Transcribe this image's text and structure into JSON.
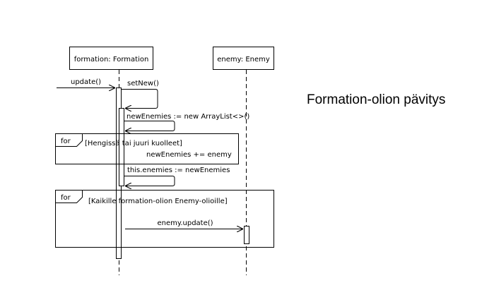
{
  "diagram": {
    "title": "Formation-olion pävitys",
    "lifelines": [
      {
        "id": "formation",
        "label": "formation: Formation"
      },
      {
        "id": "enemy",
        "label": "enemy: Enemy"
      }
    ],
    "messages": {
      "update": "update()",
      "set_new": "setNew()",
      "new_enemies": "newEnemies := new ArrayList<>()",
      "add_enemy": "newEnemies += enemy",
      "assign": "this.enemies := newEnemies",
      "enemy_update": "enemy.update()"
    },
    "fragments": [
      {
        "operator": "for",
        "guard": "[Hengissä tai juuri kuolleet]"
      },
      {
        "operator": "for",
        "guard": "[Kaikille formation-olion Enemy-olioille]"
      }
    ]
  }
}
